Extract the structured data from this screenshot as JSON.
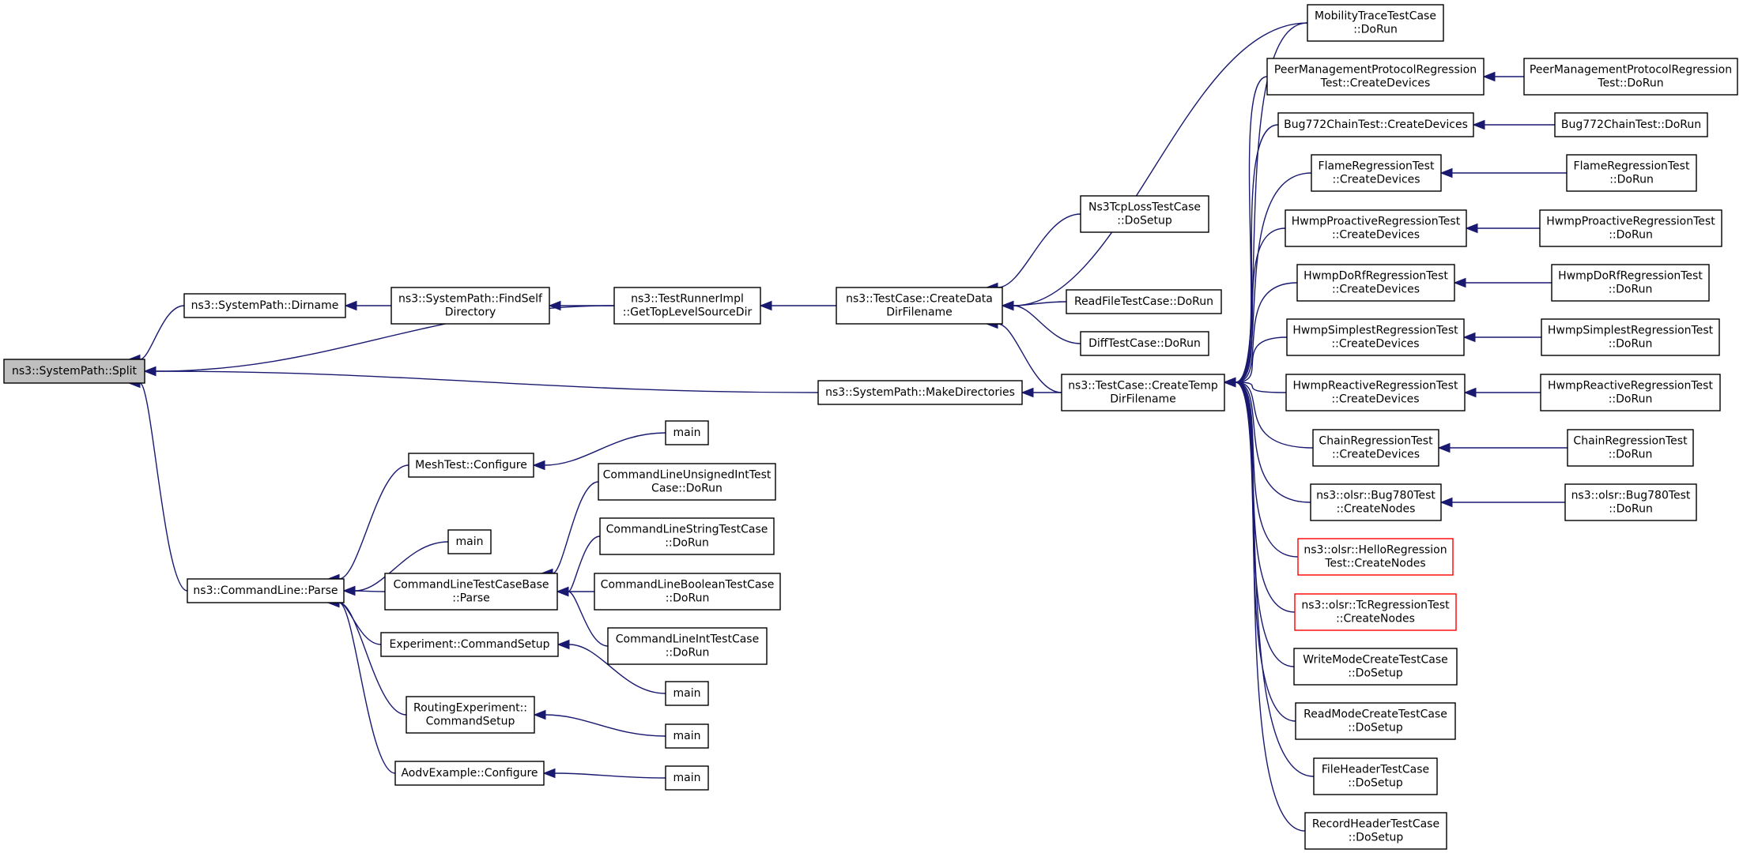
{
  "colors": {
    "edge": "#191970",
    "node_border": "#000000",
    "node_border_red": "#ff0000",
    "focus_fill": "#bfbfbf",
    "background": "#ffffff"
  },
  "nodes": [
    {
      "id": "split",
      "lines": [
        "ns3::SystemPath::Split"
      ],
      "focus": true
    },
    {
      "id": "dirname",
      "lines": [
        "ns3::SystemPath::Dirname"
      ]
    },
    {
      "id": "findself",
      "lines": [
        "ns3::SystemPath::FindSelf",
        "Directory"
      ]
    },
    {
      "id": "gettoplevel",
      "lines": [
        "ns3::TestRunnerImpl",
        "::GetTopLevelSourceDir"
      ]
    },
    {
      "id": "createdata",
      "lines": [
        "ns3::TestCase::CreateData",
        "DirFilename"
      ]
    },
    {
      "id": "ns3tcploss",
      "lines": [
        "Ns3TcpLossTestCase",
        "::DoSetup"
      ]
    },
    {
      "id": "readfile",
      "lines": [
        "ReadFileTestCase::DoRun"
      ]
    },
    {
      "id": "difftest",
      "lines": [
        "DiffTestCase::DoRun"
      ]
    },
    {
      "id": "makedirs",
      "lines": [
        "ns3::SystemPath::MakeDirectories"
      ]
    },
    {
      "id": "createtemp",
      "lines": [
        "ns3::TestCase::CreateTemp",
        "DirFilename"
      ]
    },
    {
      "id": "mobility",
      "lines": [
        "MobilityTraceTestCase",
        "::DoRun"
      ]
    },
    {
      "id": "peercreate",
      "lines": [
        "PeerManagementProtocolRegression",
        "Test::CreateDevices"
      ]
    },
    {
      "id": "peerrun",
      "lines": [
        "PeerManagementProtocolRegression",
        "Test::DoRun"
      ]
    },
    {
      "id": "bugcreate",
      "lines": [
        "Bug772ChainTest::CreateDevices"
      ]
    },
    {
      "id": "bugrun",
      "lines": [
        "Bug772ChainTest::DoRun"
      ]
    },
    {
      "id": "flamecreate",
      "lines": [
        "FlameRegressionTest",
        "::CreateDevices"
      ]
    },
    {
      "id": "flamerun",
      "lines": [
        "FlameRegressionTest",
        "::DoRun"
      ]
    },
    {
      "id": "hwmpprocreate",
      "lines": [
        "HwmpProactiveRegressionTest",
        "::CreateDevices"
      ]
    },
    {
      "id": "hwmpprorun",
      "lines": [
        "HwmpProactiveRegressionTest",
        "::DoRun"
      ]
    },
    {
      "id": "hwmpdorfcreate",
      "lines": [
        "HwmpDoRfRegressionTest",
        "::CreateDevices"
      ]
    },
    {
      "id": "hwmpdorfrun",
      "lines": [
        "HwmpDoRfRegressionTest",
        "::DoRun"
      ]
    },
    {
      "id": "hwmpsimcreate",
      "lines": [
        "HwmpSimplestRegressionTest",
        "::CreateDevices"
      ]
    },
    {
      "id": "hwmpsimrun",
      "lines": [
        "HwmpSimplestRegressionTest",
        "::DoRun"
      ]
    },
    {
      "id": "hwmpreacreate",
      "lines": [
        "HwmpReactiveRegressionTest",
        "::CreateDevices"
      ]
    },
    {
      "id": "hwmpreacrun",
      "lines": [
        "HwmpReactiveRegressionTest",
        "::DoRun"
      ]
    },
    {
      "id": "chaincreate",
      "lines": [
        "ChainRegressionTest",
        "::CreateDevices"
      ]
    },
    {
      "id": "chainrun",
      "lines": [
        "ChainRegressionTest",
        "::DoRun"
      ]
    },
    {
      "id": "olsrbugcreate",
      "lines": [
        "ns3::olsr::Bug780Test",
        "::CreateNodes"
      ]
    },
    {
      "id": "olsrbugrun",
      "lines": [
        "ns3::olsr::Bug780Test",
        "::DoRun"
      ]
    },
    {
      "id": "olsrhello",
      "lines": [
        "ns3::olsr::HelloRegression",
        "Test::CreateNodes"
      ],
      "red": true
    },
    {
      "id": "olsrtc",
      "lines": [
        "ns3::olsr::TcRegressionTest",
        "::CreateNodes"
      ],
      "red": true
    },
    {
      "id": "writemode",
      "lines": [
        "WriteModeCreateTestCase",
        "::DoSetup"
      ]
    },
    {
      "id": "readmode",
      "lines": [
        "ReadModeCreateTestCase",
        "::DoSetup"
      ]
    },
    {
      "id": "fileheader",
      "lines": [
        "FileHeaderTestCase",
        "::DoSetup"
      ]
    },
    {
      "id": "recordheader",
      "lines": [
        "RecordHeaderTestCase",
        "::DoSetup"
      ]
    },
    {
      "id": "cmdparse",
      "lines": [
        "ns3::CommandLine::Parse"
      ]
    },
    {
      "id": "meshconfig",
      "lines": [
        "MeshTest::Configure"
      ]
    },
    {
      "id": "main_mesh",
      "lines": [
        "main"
      ]
    },
    {
      "id": "main_cmd",
      "lines": [
        "main"
      ]
    },
    {
      "id": "cltcbparse",
      "lines": [
        "CommandLineTestCaseBase",
        "::Parse"
      ]
    },
    {
      "id": "clunsigned",
      "lines": [
        "CommandLineUnsignedIntTest",
        "Case::DoRun"
      ]
    },
    {
      "id": "clstring",
      "lines": [
        "CommandLineStringTestCase",
        "::DoRun"
      ]
    },
    {
      "id": "clboolean",
      "lines": [
        "CommandLineBooleanTestCase",
        "::DoRun"
      ]
    },
    {
      "id": "clint",
      "lines": [
        "CommandLineIntTestCase",
        "::DoRun"
      ]
    },
    {
      "id": "expcmd",
      "lines": [
        "Experiment::CommandSetup"
      ]
    },
    {
      "id": "main_exp",
      "lines": [
        "main"
      ]
    },
    {
      "id": "routexp",
      "lines": [
        "RoutingExperiment::",
        "CommandSetup"
      ]
    },
    {
      "id": "main_rout",
      "lines": [
        "main"
      ]
    },
    {
      "id": "aodv",
      "lines": [
        "AodvExample::Configure"
      ]
    },
    {
      "id": "main_aodv",
      "lines": [
        "main"
      ]
    }
  ],
  "edges": [
    {
      "from": "dirname",
      "to": "split"
    },
    {
      "from": "gettoplevel",
      "to": "split"
    },
    {
      "from": "makedirs",
      "to": "split"
    },
    {
      "from": "cmdparse",
      "to": "split"
    },
    {
      "from": "findself",
      "to": "dirname"
    },
    {
      "from": "gettoplevel",
      "to": "findself"
    },
    {
      "from": "createdata",
      "to": "gettoplevel"
    },
    {
      "from": "ns3tcploss",
      "to": "createdata"
    },
    {
      "from": "mobility",
      "to": "createdata"
    },
    {
      "from": "readfile",
      "to": "createdata"
    },
    {
      "from": "difftest",
      "to": "createdata"
    },
    {
      "from": "createtemp",
      "to": "createdata"
    },
    {
      "from": "createtemp",
      "to": "makedirs"
    },
    {
      "from": "mobility",
      "to": "createtemp"
    },
    {
      "from": "peercreate",
      "to": "createtemp"
    },
    {
      "from": "bugcreate",
      "to": "createtemp"
    },
    {
      "from": "flamecreate",
      "to": "createtemp"
    },
    {
      "from": "hwmpprocreate",
      "to": "createtemp"
    },
    {
      "from": "hwmpdorfcreate",
      "to": "createtemp"
    },
    {
      "from": "hwmpsimcreate",
      "to": "createtemp"
    },
    {
      "from": "hwmpreacreate",
      "to": "createtemp"
    },
    {
      "from": "chaincreate",
      "to": "createtemp"
    },
    {
      "from": "olsrbugcreate",
      "to": "createtemp"
    },
    {
      "from": "olsrhello",
      "to": "createtemp"
    },
    {
      "from": "olsrtc",
      "to": "createtemp"
    },
    {
      "from": "writemode",
      "to": "createtemp"
    },
    {
      "from": "readmode",
      "to": "createtemp"
    },
    {
      "from": "fileheader",
      "to": "createtemp"
    },
    {
      "from": "recordheader",
      "to": "createtemp"
    },
    {
      "from": "peerrun",
      "to": "peercreate"
    },
    {
      "from": "bugrun",
      "to": "bugcreate"
    },
    {
      "from": "flamerun",
      "to": "flamecreate"
    },
    {
      "from": "hwmpprorun",
      "to": "hwmpprocreate"
    },
    {
      "from": "hwmpdorfrun",
      "to": "hwmpdorfcreate"
    },
    {
      "from": "hwmpsimrun",
      "to": "hwmpsimcreate"
    },
    {
      "from": "hwmpreacrun",
      "to": "hwmpreacreate"
    },
    {
      "from": "chainrun",
      "to": "chaincreate"
    },
    {
      "from": "olsrbugrun",
      "to": "olsrbugcreate"
    },
    {
      "from": "meshconfig",
      "to": "cmdparse"
    },
    {
      "from": "main_cmd",
      "to": "cmdparse"
    },
    {
      "from": "cltcbparse",
      "to": "cmdparse"
    },
    {
      "from": "expcmd",
      "to": "cmdparse"
    },
    {
      "from": "routexp",
      "to": "cmdparse"
    },
    {
      "from": "aodv",
      "to": "cmdparse"
    },
    {
      "from": "main_mesh",
      "to": "meshconfig"
    },
    {
      "from": "clunsigned",
      "to": "cltcbparse"
    },
    {
      "from": "clstring",
      "to": "cltcbparse"
    },
    {
      "from": "clboolean",
      "to": "cltcbparse"
    },
    {
      "from": "clint",
      "to": "cltcbparse"
    },
    {
      "from": "main_exp",
      "to": "expcmd"
    },
    {
      "from": "main_rout",
      "to": "routexp"
    },
    {
      "from": "main_aodv",
      "to": "aodv"
    }
  ]
}
